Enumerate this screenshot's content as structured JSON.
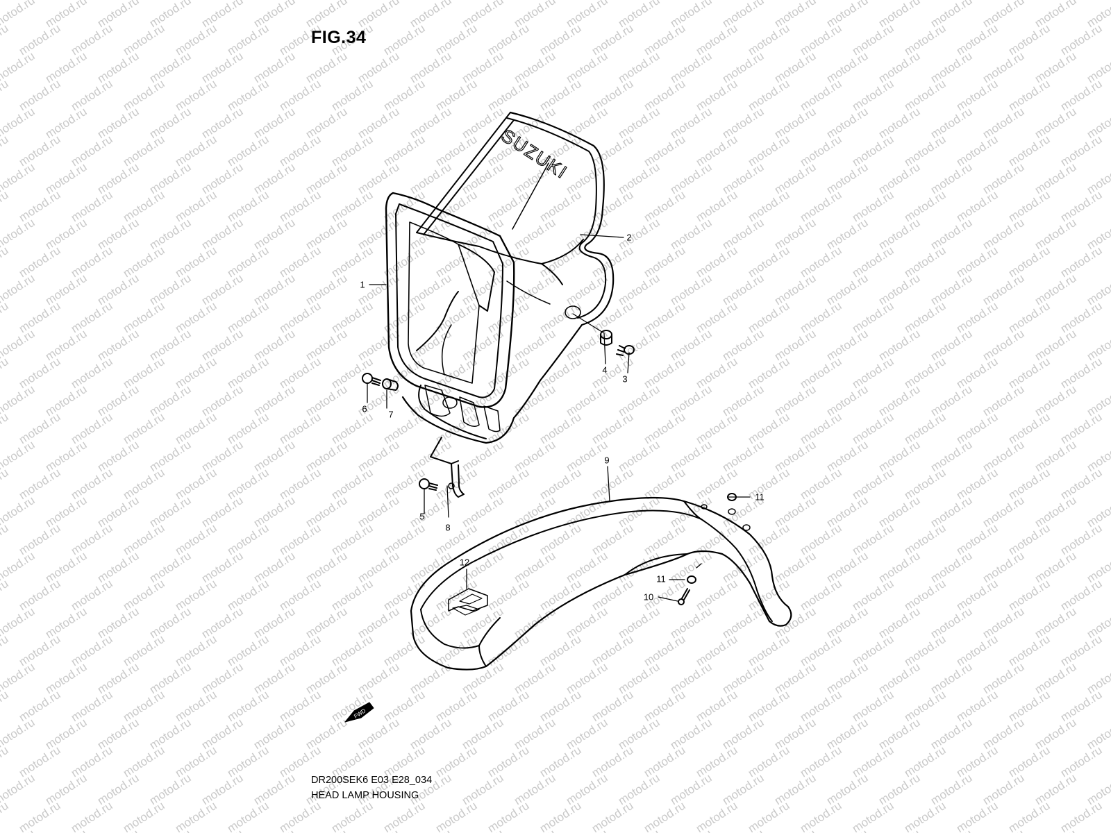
{
  "figure": {
    "title": "FIG.34",
    "code": "DR200SEK6 E03 E28_034",
    "caption": "HEAD LAMP HOUSING",
    "watermark": "motod.ru",
    "brand_text": "SUZUKI",
    "fwd_text": "FWD"
  },
  "callouts": {
    "c1": "1",
    "c2": "2",
    "c3": "3",
    "c4": "4",
    "c5": "5",
    "c6": "6",
    "c7": "7",
    "c8": "8",
    "c9": "9",
    "c10": "10",
    "c11a": "11",
    "c11b": "11",
    "c12": "12"
  },
  "colors": {
    "line": "#000000",
    "watermark": "#c9c9c9",
    "background": "#ffffff"
  }
}
